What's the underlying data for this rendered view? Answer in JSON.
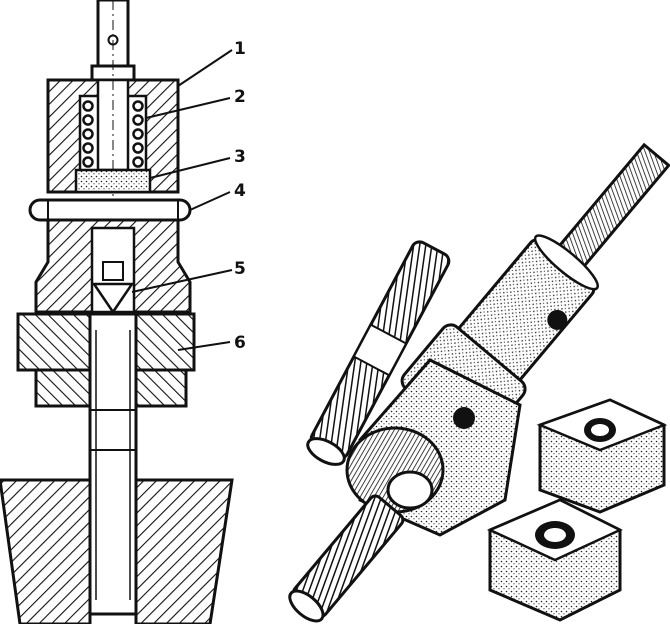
{
  "figure": {
    "callouts": [
      "1",
      "2",
      "3",
      "4",
      "5",
      "6"
    ]
  }
}
